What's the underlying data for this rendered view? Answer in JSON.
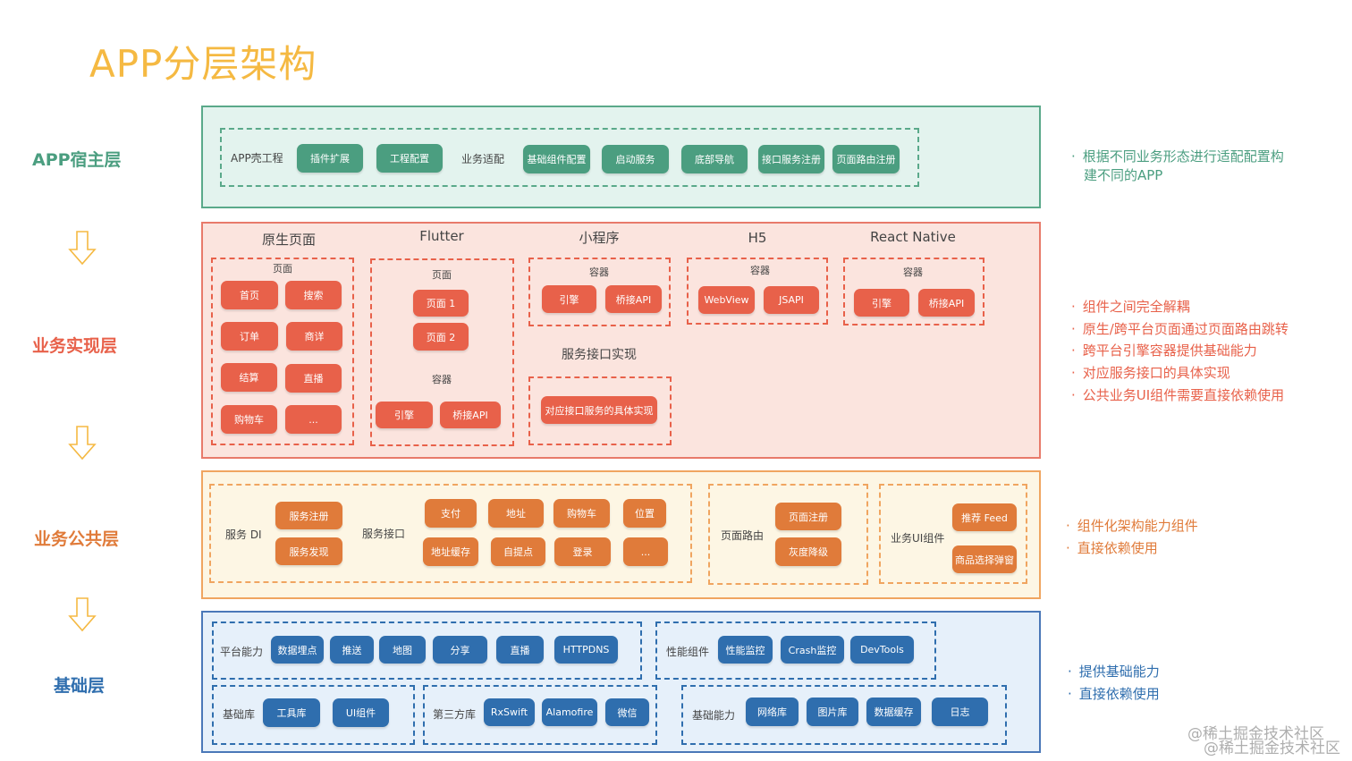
{
  "title": "APP分层架构",
  "colors": {
    "host": "#4b9e80",
    "business": "#e8614a",
    "common": "#e07b3a",
    "base": "#2f6eae",
    "title": "#f5b942"
  },
  "layers": {
    "host": "APP宿主层",
    "business": "业务实现层",
    "common": "业务公共层",
    "base": "基础层"
  },
  "host": {
    "shell": "APP壳工程",
    "adapt": "业务适配",
    "pills": [
      "插件扩展",
      "工程配置",
      "基础组件配置",
      "启动服务",
      "底部导航",
      "接口服务注册",
      "页面路由注册"
    ]
  },
  "business": {
    "native": {
      "title": "原生页面",
      "sub": "页面",
      "pills": [
        "首页",
        "搜索",
        "订单",
        "商详",
        "结算",
        "直播",
        "购物车",
        "..."
      ]
    },
    "flutter": {
      "title": "Flutter",
      "page": "页面",
      "pages": [
        "页面 1",
        "页面 2"
      ],
      "container": "容器",
      "pills": [
        "引擎",
        "桥接API"
      ]
    },
    "mini": {
      "title": "小程序",
      "container": "容器",
      "pills": [
        "引擎",
        "桥接API"
      ]
    },
    "h5": {
      "title": "H5",
      "container": "容器",
      "pills": [
        "WebView",
        "JSAPI"
      ]
    },
    "rn": {
      "title": "React Native",
      "container": "容器",
      "pills": [
        "引擎",
        "桥接API"
      ]
    },
    "impl": {
      "title": "服务接口实现",
      "pill": "对应接口服务的具体实现"
    }
  },
  "common": {
    "di": {
      "label": "服务 DI",
      "pills": [
        "服务注册",
        "服务发现"
      ]
    },
    "api": {
      "label": "服务接口",
      "pills": [
        "支付",
        "地址",
        "购物车",
        "位置",
        "地址缓存",
        "自提点",
        "登录",
        "..."
      ]
    },
    "route": {
      "label": "页面路由",
      "pills": [
        "页面注册",
        "灰度降级"
      ]
    },
    "ui": {
      "label": "业务UI组件",
      "pills": [
        "推荐 Feed",
        "商品选择弹窗"
      ]
    }
  },
  "base": {
    "platform": {
      "label": "平台能力",
      "pills": [
        "数据埋点",
        "推送",
        "地图",
        "分享",
        "直播",
        "HTTPDNS"
      ]
    },
    "perf": {
      "label": "性能组件",
      "pills": [
        "性能监控",
        "Crash监控",
        "DevTools"
      ]
    },
    "lib": {
      "label": "基础库",
      "pills": [
        "工具库",
        "UI组件"
      ]
    },
    "third": {
      "label": "第三方库",
      "pills": [
        "RxSwift",
        "Alamofire",
        "微信"
      ]
    },
    "ability": {
      "label": "基础能力",
      "pills": [
        "网络库",
        "图片库",
        "数据缓存",
        "日志"
      ]
    }
  },
  "notes": {
    "host": [
      "根据不同业务形态进行适配配置构",
      "建不同的APP"
    ],
    "business": [
      "组件之间完全解耦",
      "原生/跨平台页面通过页面路由跳转",
      "跨平台引擎容器提供基础能力",
      "对应服务接口的具体实现",
      "公共业务UI组件需要直接依赖使用"
    ],
    "common": [
      "组件化架构能力组件",
      "直接依赖使用"
    ],
    "base": [
      "提供基础能力",
      "直接依赖使用"
    ]
  },
  "watermark": "@稀土掘金技术社区"
}
